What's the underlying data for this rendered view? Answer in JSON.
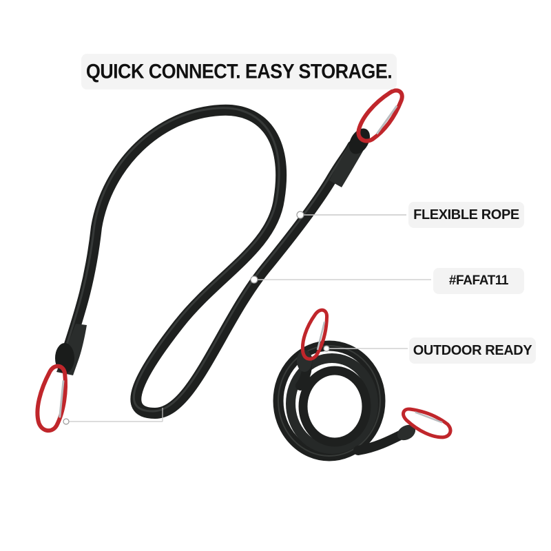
{
  "headline": "QUICK CONNECT.  EASY STORAGE.",
  "callouts": {
    "flexible": "FLEXIBLE ROPE",
    "code": "#FAFAT11",
    "outdoor": "OUTDOOR READY"
  },
  "colors": {
    "rope": "#1e201f",
    "rope_highlight": "#4a4e4c",
    "carabiner": "#c0262b",
    "gate": "#b9bcbf",
    "leader_line": "#c8c8c8"
  }
}
